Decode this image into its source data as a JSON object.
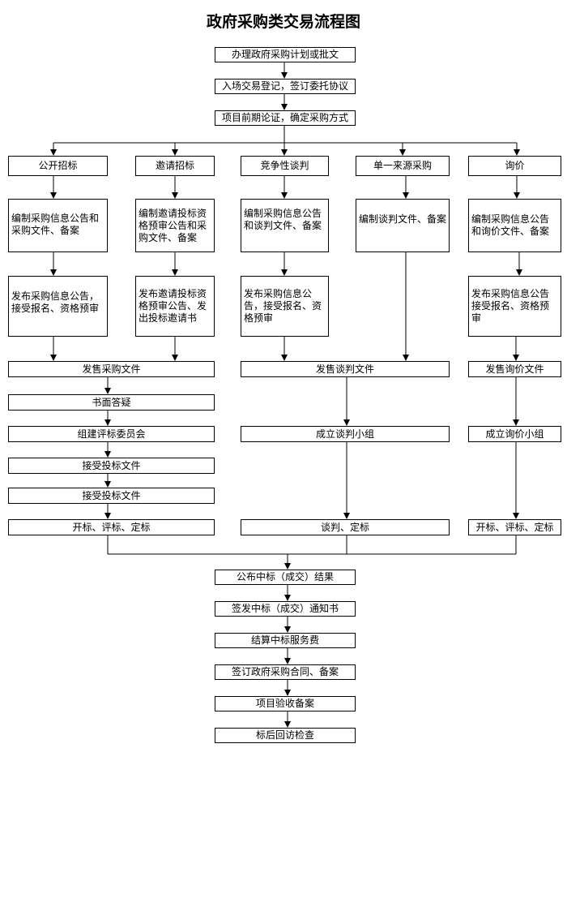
{
  "title": "政府采购类交易流程图",
  "top_steps": [
    "办理政府采购计划或批文",
    "入场交易登记，签订委托协议",
    "项目前期论证，确定采购方式"
  ],
  "methods": [
    "公开招标",
    "邀请招标",
    "竞争性谈判",
    "单一来源采购",
    "询价"
  ],
  "prep": [
    "编制采购信息公告和采购文件、备案",
    "编制邀请投标资格预审公告和采购文件、备案",
    "编制采购信息公告和谈判文件、备案",
    "编制谈判文件、备案",
    "编制采购信息公告和询价文件、备案"
  ],
  "publish": [
    "发布采购信息公告，接受报名、资格预审",
    "发布邀请投标资格预审公告、发出投标邀请书",
    "发布采购信息公告，接受报名、资格预审",
    "发布采购信息公告接受报名、资格预审"
  ],
  "left_col": [
    "发售采购文件",
    "书面答疑",
    "组建评标委员会",
    "接受投标文件",
    "接受投标文件",
    "开标、评标、定标"
  ],
  "mid_col": [
    "发售谈判文件",
    "成立谈判小组",
    "谈判、定标"
  ],
  "right_col": [
    "发售询价文件",
    "成立询价小组",
    "开标、评标、定标"
  ],
  "bottom_steps": [
    "公布中标（成交）结果",
    "签发中标（成交）通知书",
    "结算中标服务费",
    "签订政府采购合同、备案",
    "项目验收备案",
    "标后回访检查"
  ]
}
